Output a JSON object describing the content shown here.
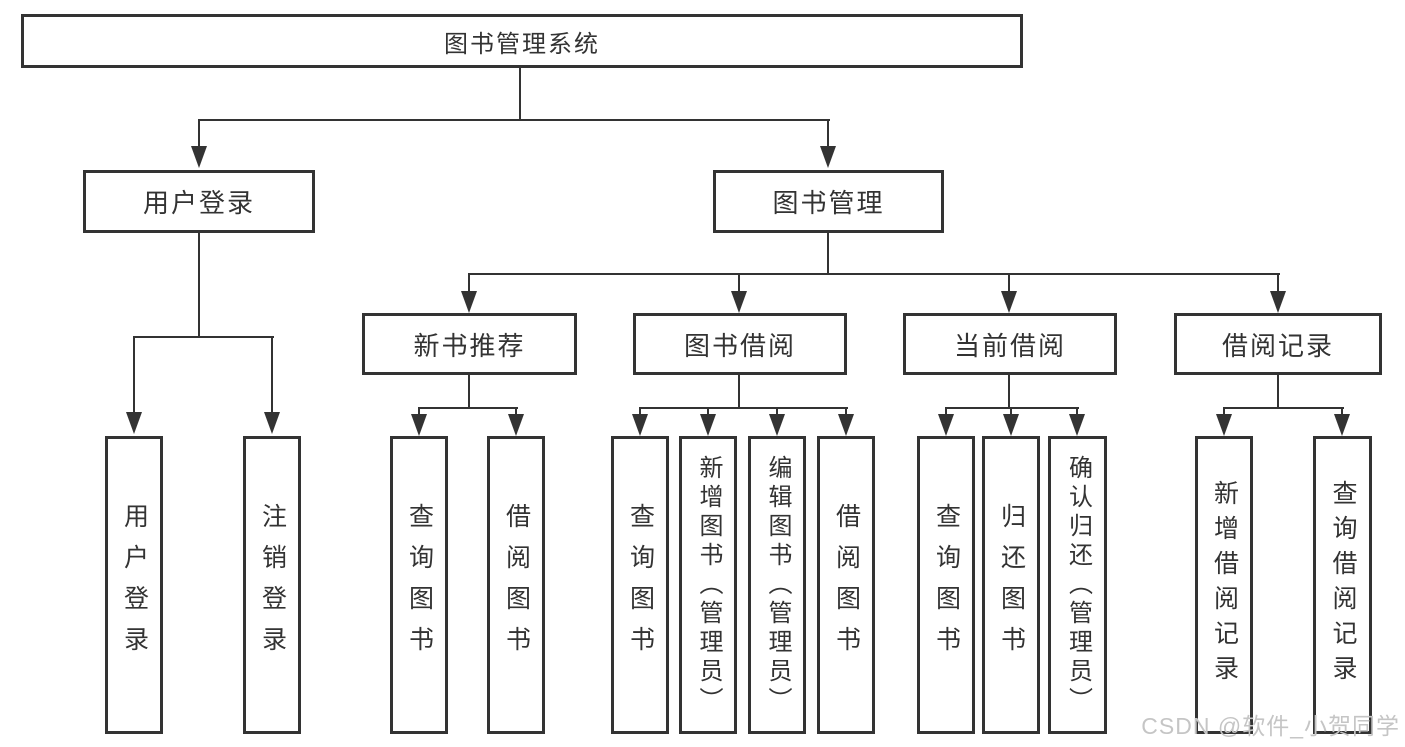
{
  "colors": {
    "line": "#333333",
    "text": "#333333",
    "box_background": "#ffffff",
    "page_background": "#ffffff",
    "watermark": "#c5c5c5"
  },
  "tree": {
    "root": {
      "label": "图书管理系统",
      "children": [
        {
          "label": "用户登录",
          "children": [
            {
              "label": "用户登录"
            },
            {
              "label": "注销登录"
            }
          ]
        },
        {
          "label": "图书管理",
          "children": [
            {
              "label": "新书推荐",
              "children": [
                {
                  "label": "查询图书"
                },
                {
                  "label": "借阅图书"
                }
              ]
            },
            {
              "label": "图书借阅",
              "children": [
                {
                  "label": "查询图书"
                },
                {
                  "label": "新增图书（管理员）"
                },
                {
                  "label": "编辑图书（管理员）"
                },
                {
                  "label": "借阅图书"
                }
              ]
            },
            {
              "label": "当前借阅",
              "children": [
                {
                  "label": "查询图书"
                },
                {
                  "label": "归还图书"
                },
                {
                  "label": "确认归还（管理员）"
                }
              ]
            },
            {
              "label": "借阅记录",
              "children": [
                {
                  "label": "新增借阅记录"
                },
                {
                  "label": "查询借阅记录"
                }
              ]
            }
          ]
        }
      ]
    }
  },
  "watermark": {
    "text": "CSDN @软件_小贺同学"
  }
}
